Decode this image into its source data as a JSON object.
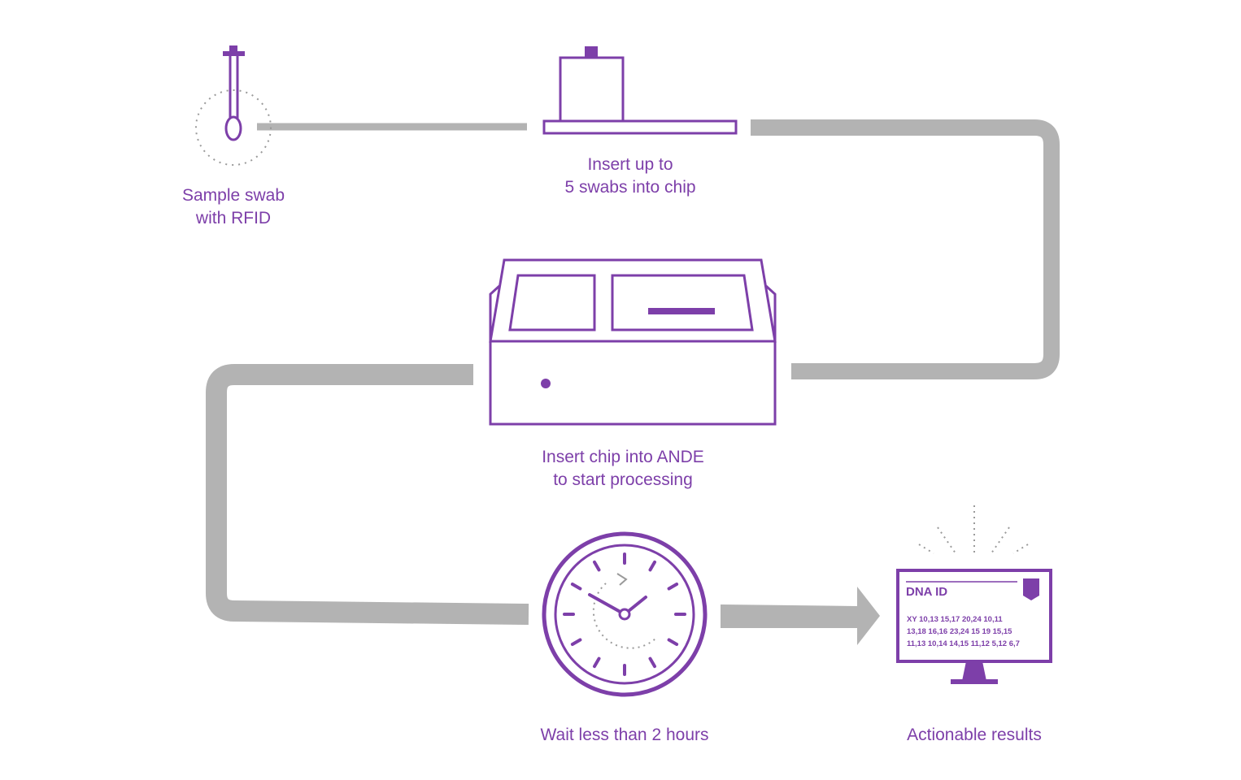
{
  "colors": {
    "accent": "#7d3fa9",
    "connector": "#b3b3b3",
    "background": "#ffffff"
  },
  "steps": {
    "swab": {
      "icon": "swab-icon",
      "line1": "Sample swab",
      "line2": "with RFID"
    },
    "chip": {
      "icon": "chip-icon",
      "line1": "Insert up to",
      "line2": "5 swabs into chip"
    },
    "instrument": {
      "icon": "instrument-icon",
      "line1": "Insert chip into ANDE",
      "line2": "to start processing"
    },
    "wait": {
      "icon": "clock-icon",
      "line1": "Wait less than 2 hours"
    },
    "results": {
      "icon": "monitor-icon",
      "line1": "Actionable results"
    }
  },
  "monitor": {
    "title": "DNA ID",
    "rows": [
      [
        "XY",
        "10,13",
        "15,17",
        "20,24",
        "10,11"
      ],
      [
        "13,18",
        "16,16",
        "23,24",
        "15",
        "19",
        "15,15"
      ],
      [
        "11,13",
        "10,14",
        "14,15",
        "11,12",
        "5,12",
        "6,7"
      ]
    ]
  }
}
